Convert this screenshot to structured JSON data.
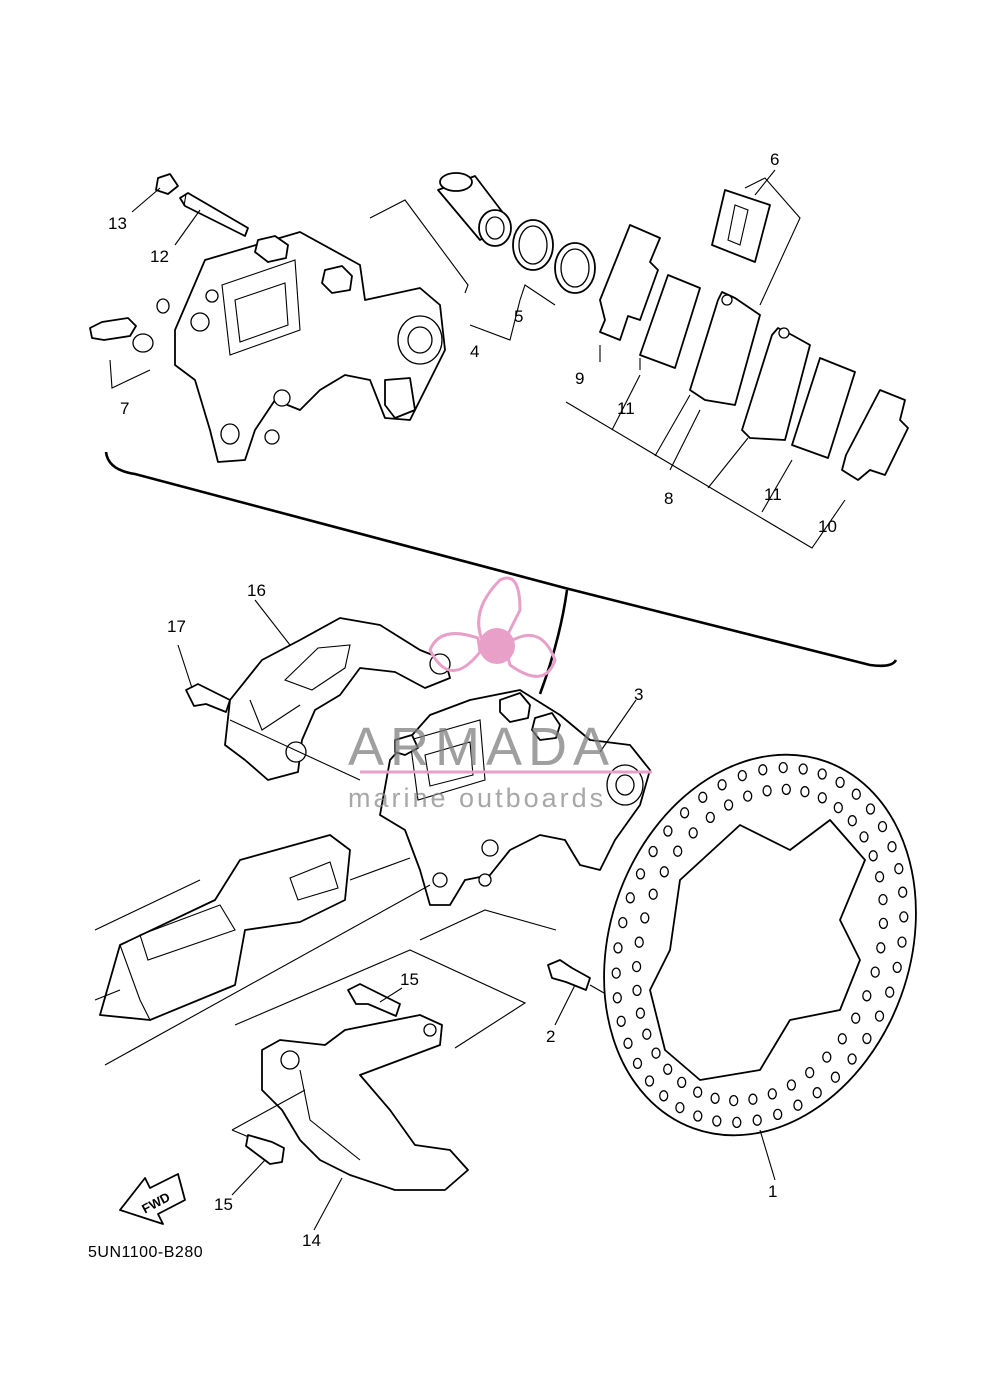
{
  "diagram_code": "5UN1100-B280",
  "fwd_label": "FWD",
  "watermark": {
    "brand": "ARMADA",
    "tagline": "marine outboards",
    "logo_color": "#e8a0c8",
    "text_color": "#7f7f7f"
  },
  "callouts": {
    "c1": "1",
    "c2": "2",
    "c3": "3",
    "c4": "4",
    "c5": "5",
    "c6": "6",
    "c7": "7",
    "c8": "8",
    "c9": "9",
    "c10": "10",
    "c11a": "11",
    "c11b": "11",
    "c12": "12",
    "c13": "13",
    "c14": "14",
    "c15a": "15",
    "c15b": "15",
    "c16": "16",
    "c17": "17"
  }
}
